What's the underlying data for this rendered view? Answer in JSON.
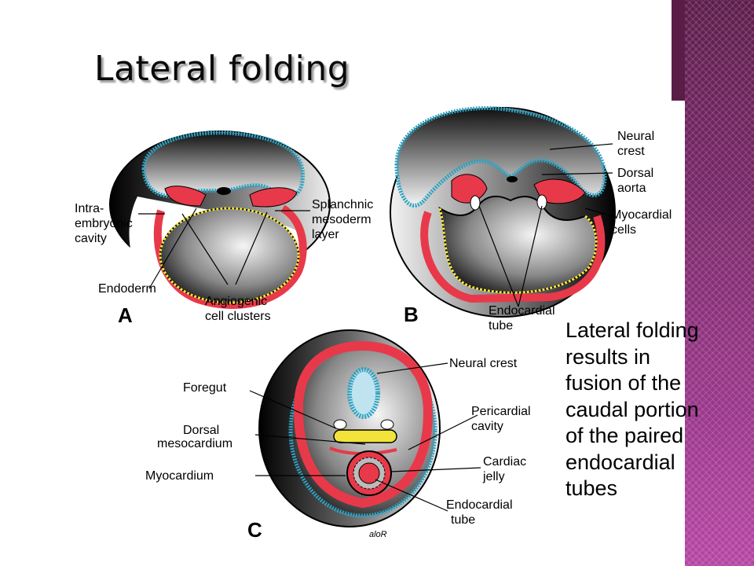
{
  "slide": {
    "title": "Lateral folding",
    "body_text": "Lateral folding\nresults in\nfusion of the\ncaudal portion\nof the paired\nendocardial\ntubes"
  },
  "diagram": {
    "panel_letters": [
      "A",
      "B",
      "C"
    ],
    "labels_a": {
      "intra_1": "Intra-",
      "intra_2": "embryonic",
      "intra_3": "cavity",
      "splanchnic_1": "Splanchnic",
      "splanchnic_2": "mesoderm",
      "splanchnic_3": "layer",
      "endoderm": "Endoderm",
      "angio_1": "Angiogenic",
      "angio_2": "cell clusters"
    },
    "labels_b": {
      "neural_1": "Neural",
      "neural_2": "crest",
      "dorsal_1": "Dorsal",
      "dorsal_2": "aorta",
      "myo_1": "Myocardial",
      "myo_2": "cells",
      "endo_1": "Endocardial",
      "endo_2": "tube"
    },
    "labels_c": {
      "neural": "Neural crest",
      "foregut": "Foregut",
      "pericardial_1": "Pericardial",
      "pericardial_2": "cavity",
      "dorsal_meso_1": "Dorsal",
      "dorsal_meso_2": "mesocardium",
      "cardiac_1": "Cardiac",
      "cardiac_2": "jelly",
      "myocardium": "Myocardium",
      "endo_1": "Endocardial",
      "endo_2": "tube"
    },
    "signature": "aloR"
  },
  "colors": {
    "sidebar_dark": "#5a1d47",
    "sidebar_light": "#b544a4",
    "mesoderm_red": "#e8394a",
    "ectoderm_blue": "#2aa3c4",
    "endoderm_yellow": "#f2e33a"
  }
}
